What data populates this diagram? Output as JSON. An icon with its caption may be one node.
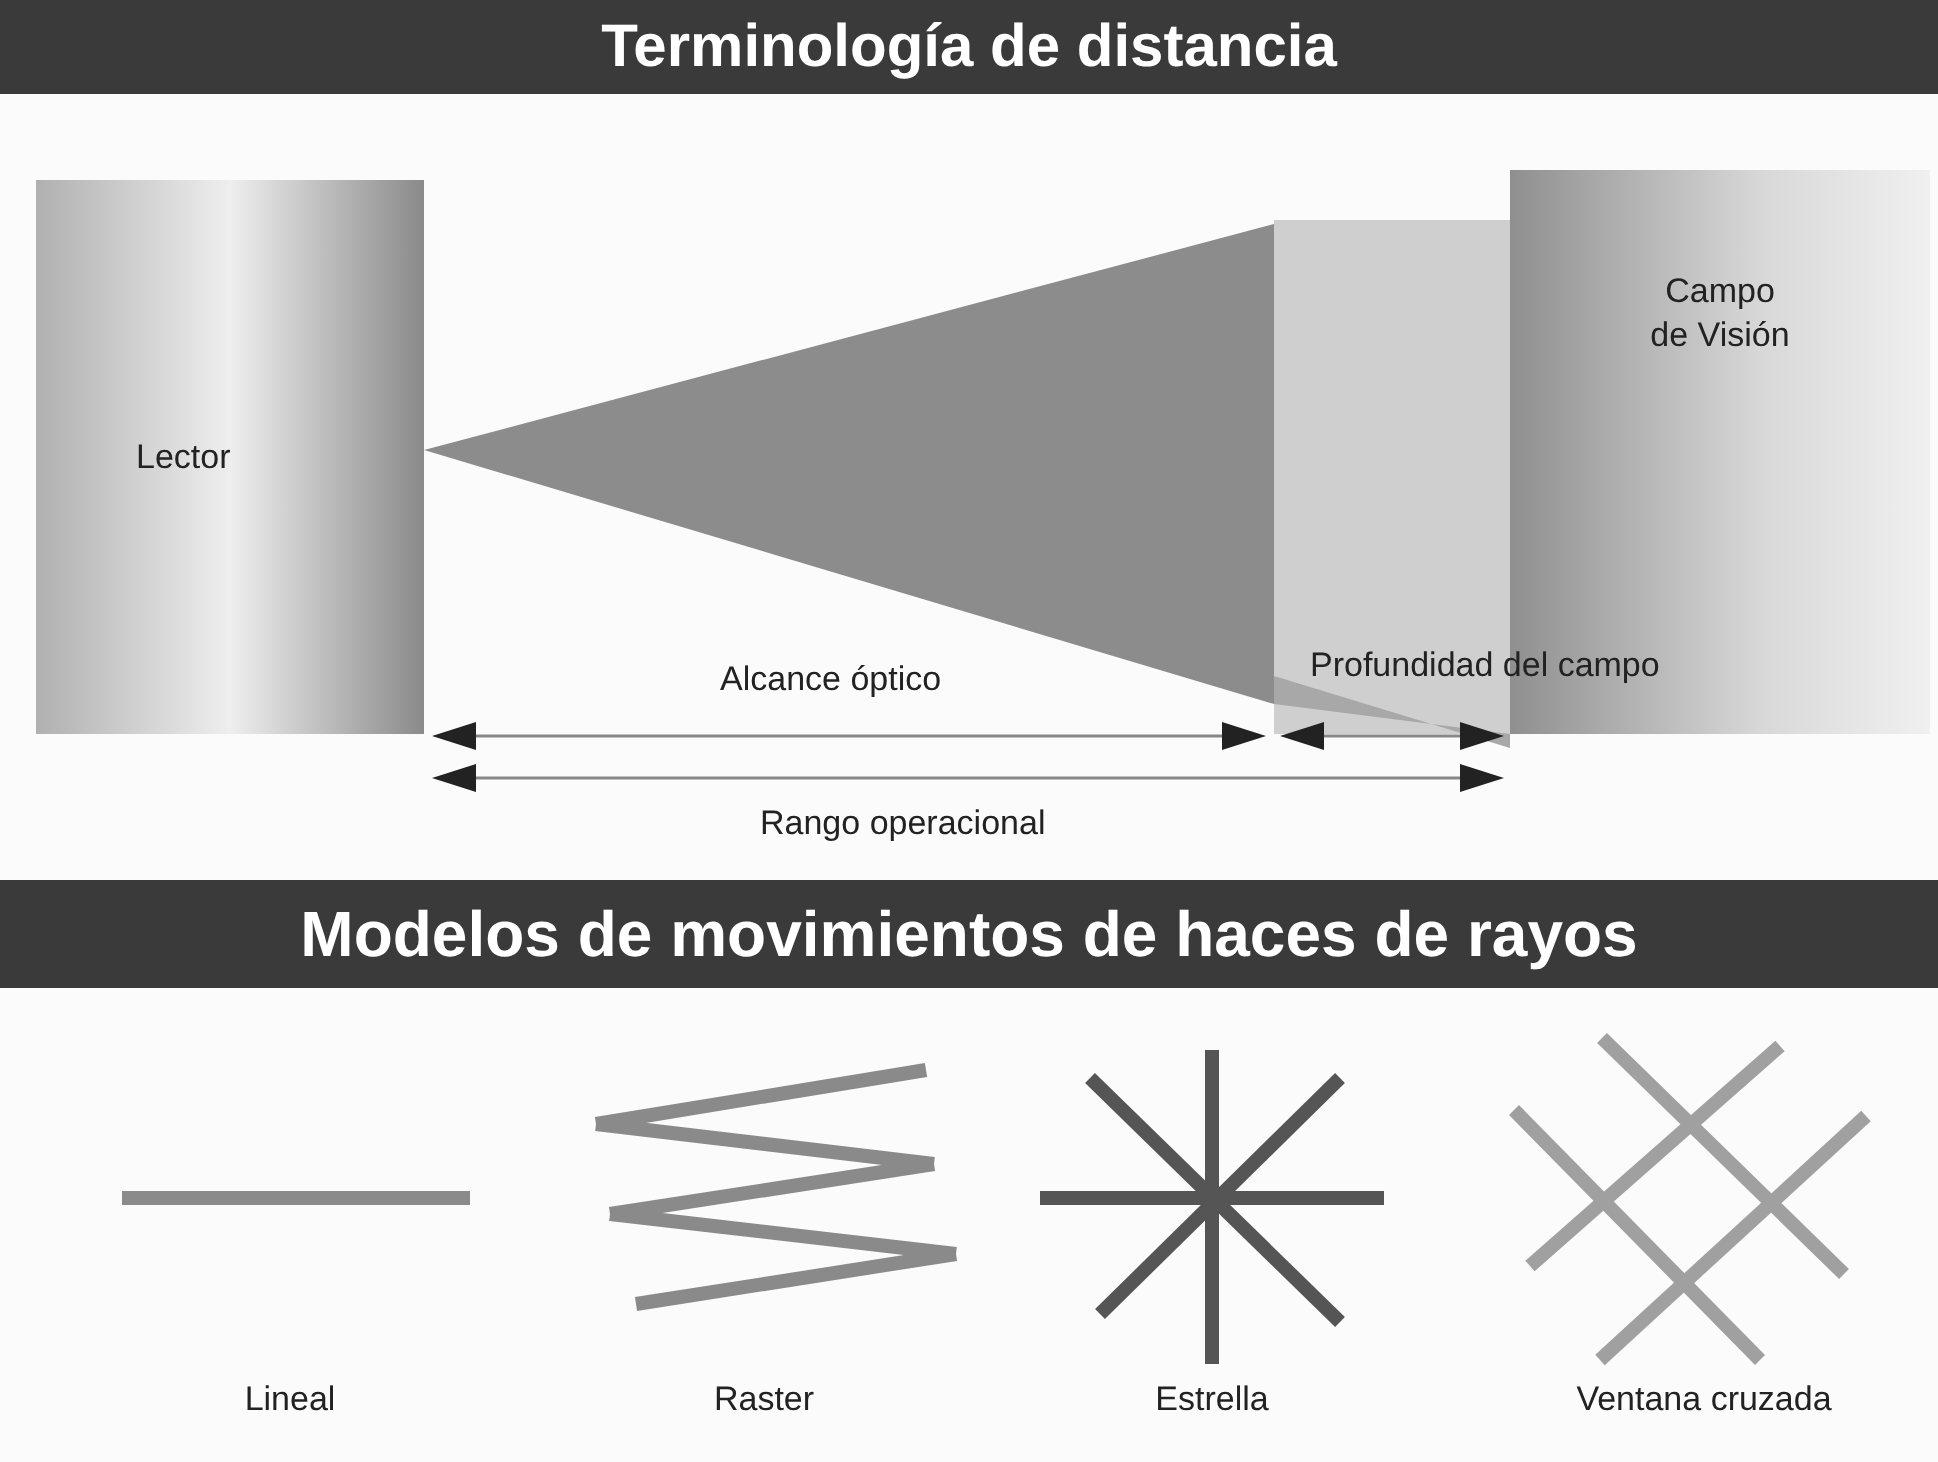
{
  "diagram": {
    "title": "Terminología de distancia",
    "nodes": [
      {
        "text": [
          "Lector"
        ]
      },
      {
        "text": [
          "Campo de Visión"
        ]
      }
    ],
    "labels": [
      "Alcance óptico",
      "Profundidad del campo",
      "Rango operacional",
      "Modelos de movimientos de haces de rayos",
      "Lineal",
      "Raster",
      "Estrella",
      "Ventana cruzada"
    ]
  }
}
